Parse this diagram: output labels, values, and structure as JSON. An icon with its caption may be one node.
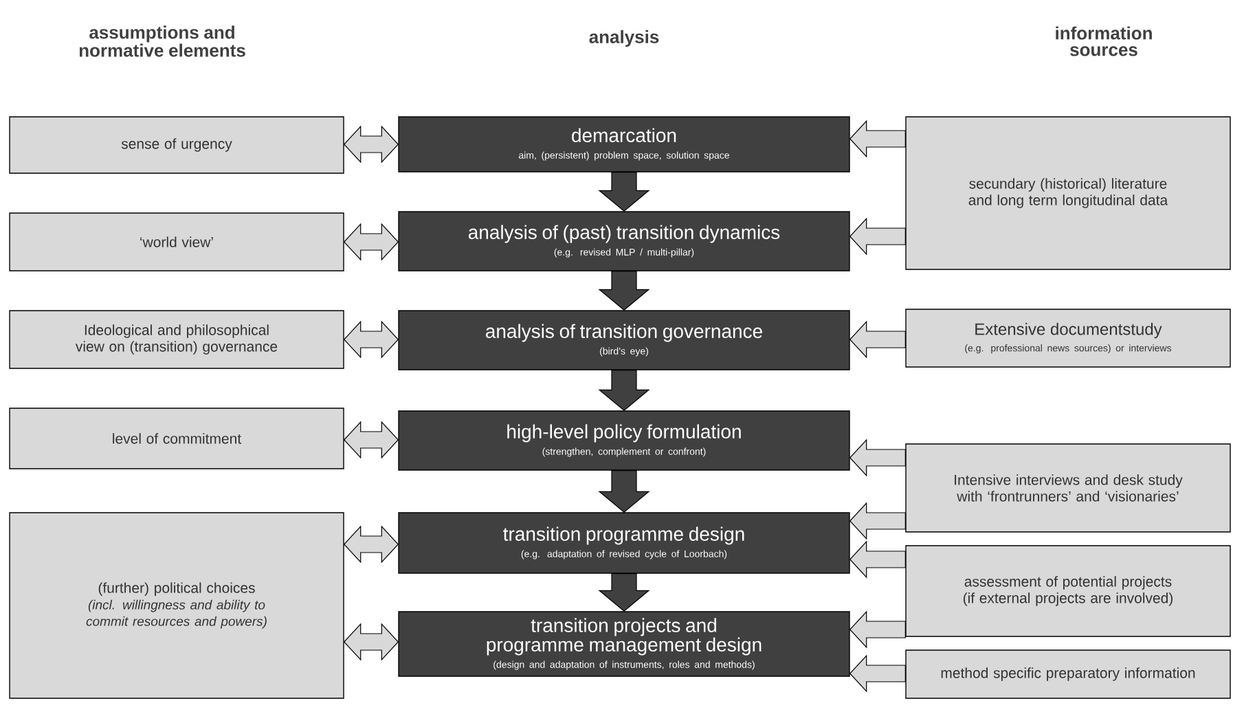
{
  "diagram": {
    "nodes": [
      {
        "text": [
          "sense of urgency"
        ]
      },
      {
        "text": [
          "demarcation",
          "aim, (persistent) problem space, solution space"
        ]
      },
      {
        "text": [
          "secundary (historical) literature and long term longitudinal data"
        ]
      },
      {
        "text": [
          "‘world view’"
        ]
      },
      {
        "text": [
          "analysis of (past) transition dynamics",
          "(e.g. revised MLP / multi-pillar)"
        ]
      },
      {
        "text": [
          "Ideological and philosophical view on (transition) governance"
        ]
      },
      {
        "text": [
          "analysis of transition governance",
          "(bird’s eye)"
        ]
      },
      {
        "text": [
          "Extensive documentstudy",
          "(e.g. professional news sources) or interviews"
        ]
      },
      {
        "text": [
          "level of commitment"
        ]
      },
      {
        "text": [
          "high-level policy formulation",
          "(strengthen, complement or confront)"
        ]
      },
      {
        "text": [
          "Intensive interviews and desk study with ‘frontrunners’ and ‘visionaries’"
        ]
      },
      {
        "text": [
          "(further) political choices",
          "(incl. willingness and ability to commit resources and powers)"
        ]
      },
      {
        "text": [
          "transition programme design",
          "(e.g. adaptation of revised cycle of Loorbach)"
        ]
      },
      {
        "text": [
          "assessment of potential projects  (if external projects are involved)"
        ]
      },
      {
        "text": [
          "transition projects and programme management design",
          "(design and adaptation of instruments, roles and methods)"
        ]
      },
      {
        "text": [
          "method specific preparatory information"
        ]
      }
    ],
    "edges": [
      {
        "from": 0,
        "to": 1,
        "arrow": "both"
      },
      {
        "from": 2,
        "to": 1,
        "arrow": "to"
      },
      {
        "from": 2,
        "to": 4,
        "arrow": "to"
      },
      {
        "from": 3,
        "to": 4,
        "arrow": "both"
      },
      {
        "from": 1,
        "to": 4,
        "arrow": "to",
        "color": "#404040"
      },
      {
        "from": 5,
        "to": 6,
        "arrow": "both"
      },
      {
        "from": 7,
        "to": 6,
        "arrow": "to"
      },
      {
        "from": 4,
        "to": 6,
        "arrow": "to",
        "color": "#404040"
      },
      {
        "from": 8,
        "to": 9,
        "arrow": "both"
      },
      {
        "from": 10,
        "to": 9,
        "arrow": "to"
      },
      {
        "from": 6,
        "to": 9,
        "arrow": "to",
        "color": "#404040"
      },
      {
        "from": 10,
        "to": 12,
        "arrow": "to"
      },
      {
        "from": 13,
        "to": 12,
        "arrow": "to"
      },
      {
        "from": 11,
        "to": 12,
        "arrow": "both"
      },
      {
        "from": 9,
        "to": 12,
        "arrow": "to",
        "color": "#404040"
      },
      {
        "from": 13,
        "to": 14,
        "arrow": "to"
      },
      {
        "from": 15,
        "to": 14,
        "arrow": "to"
      },
      {
        "from": 11,
        "to": 14,
        "arrow": "both"
      },
      {
        "from": 12,
        "to": 14,
        "arrow": "to",
        "color": "#404040"
      }
    ],
    "labels": [
      "assumptions and normative elements",
      "analysis",
      "information sources"
    ]
  }
}
